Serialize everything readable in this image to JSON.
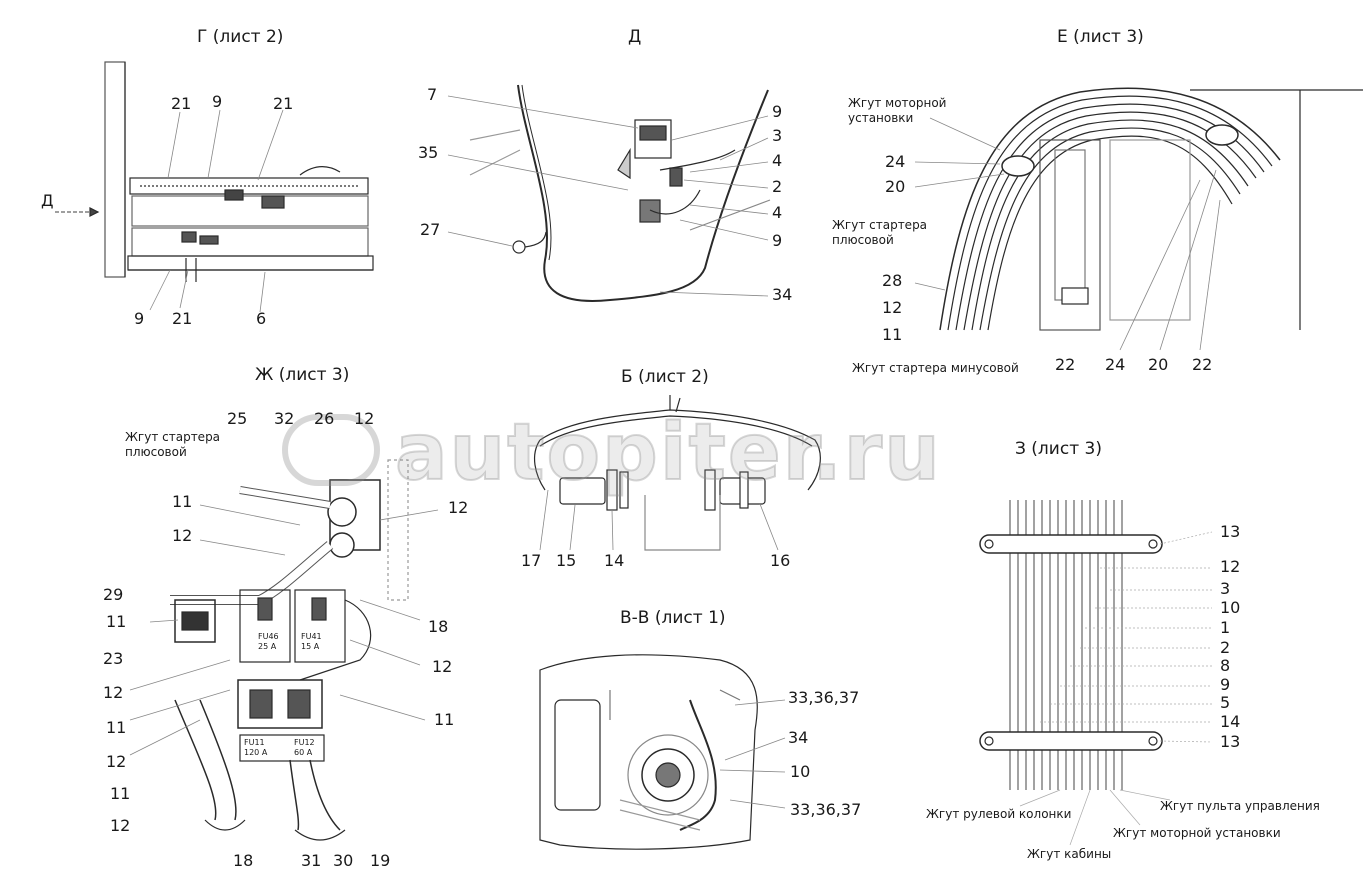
{
  "views": {
    "g": {
      "title": "Г (лист 2)",
      "callouts": [
        "21",
        "9",
        "21",
        "Д",
        "9",
        "21",
        "6"
      ]
    },
    "d": {
      "title": "Д",
      "callouts": [
        "7",
        "9",
        "3",
        "35",
        "4",
        "2",
        "4",
        "27",
        "9",
        "34"
      ]
    },
    "e": {
      "title": "Е (лист 3)",
      "harness_motor": "Жгут моторной\nустановки",
      "harness_starter_plus": "Жгут стартера\nплюсовой",
      "harness_starter_minus": "Жгут стартера минусовой",
      "callouts": [
        "24",
        "20",
        "28",
        "12",
        "11",
        "22",
        "24",
        "20",
        "22"
      ]
    },
    "zh": {
      "title": "Ж (лист 3)",
      "harness_starter_plus": "Жгут стартера\nплюсовой",
      "callouts": [
        "25",
        "32",
        "26",
        "12",
        "11",
        "12",
        "12",
        "29",
        "11",
        "23",
        "18",
        "12",
        "12",
        "11",
        "11",
        "12",
        "11",
        "12",
        "18",
        "31",
        "30",
        "19"
      ],
      "fuses": [
        "FU46\n25 A",
        "FU41\n15 A",
        "FU11\n120 A",
        "FU12\n60 A"
      ]
    },
    "b": {
      "title": "Б (лист 2)",
      "callouts": [
        "17",
        "15",
        "14",
        "16"
      ]
    },
    "vv": {
      "title": "В-В (лист 1)",
      "callouts": [
        "33,36,37",
        "34",
        "10",
        "33,36,37"
      ]
    },
    "z": {
      "title": "З (лист 3)",
      "callouts": [
        "13",
        "12",
        "3",
        "10",
        "1",
        "2",
        "8",
        "9",
        "5",
        "14",
        "13"
      ],
      "harness_steering": "Жгут рулевой колонки",
      "harness_panel": "Жгут пульта управления",
      "harness_motor": "Жгут моторной установки",
      "harness_cab": "Жгут кабины"
    }
  },
  "watermark": "autopiter.ru",
  "colors": {
    "line": "#2a2a2a",
    "text": "#1a1a1a",
    "watermark": "#9a9a9a"
  }
}
